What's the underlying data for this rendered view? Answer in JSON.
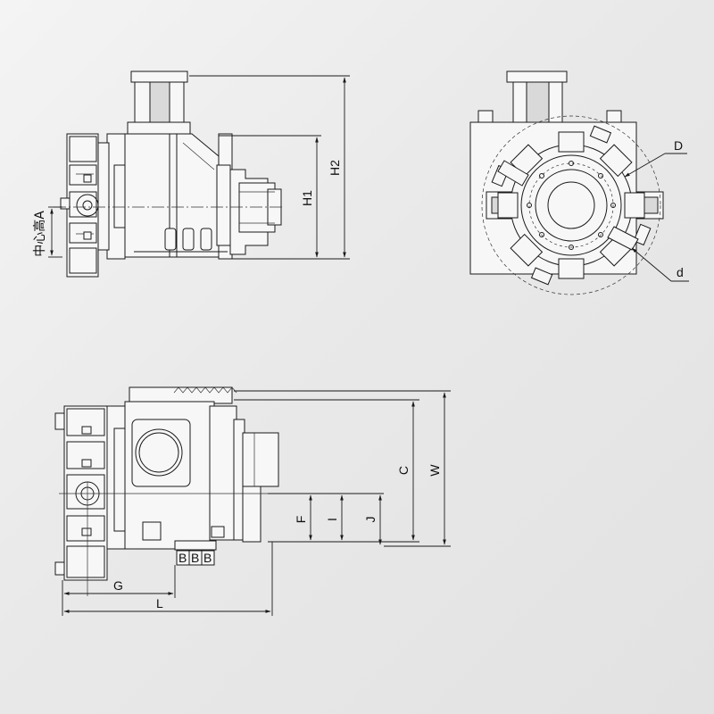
{
  "diagram": {
    "side_view": {
      "label_center_height": "中心高A",
      "label_h1": "H1",
      "label_h2": "H2"
    },
    "front_view": {
      "label_big_d": "D",
      "label_small_d": "d"
    },
    "top_view": {
      "label_c": "C",
      "label_w": "W",
      "label_f": "F",
      "label_i": "I",
      "label_j": "J",
      "label_b": [
        "B",
        "B",
        "B"
      ],
      "label_g": "G",
      "label_l": "L"
    }
  }
}
